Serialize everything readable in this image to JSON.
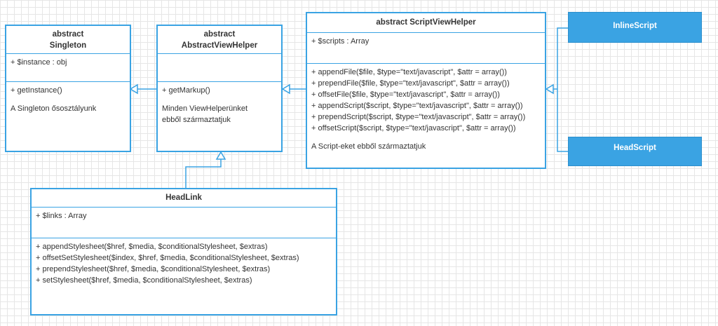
{
  "singleton": {
    "stereotype": "abstract",
    "name": "Singleton",
    "attributes": [
      "+ $instance : obj"
    ],
    "operations": [
      "+ getInstance()"
    ],
    "note": "A Singleton ősosztályunk"
  },
  "abstract_view_helper": {
    "stereotype": "abstract",
    "name": "AbstractViewHelper",
    "attributes": [],
    "operations": [
      "+ getMarkup()"
    ],
    "note_lines": [
      "Minden ViewHelperünket",
      "ebből származtatjuk"
    ]
  },
  "script_view_helper": {
    "title": "abstract ScriptViewHelper",
    "attributes": [
      "+ $scripts : Array"
    ],
    "operations": [
      "+ appendFile($file, $type=\"text/javascript\", $attr = array())",
      "+ prependFile($file, $type=\"text/javascript\", $attr = array())",
      "+ offsetFile($file, $type=\"text/javascript\", $attr = array())",
      "+ appendScript($script, $type=\"text/javascript\", $attr = array())",
      "+ prependScript($script, $type=\"text/javascript\", $attr = array())",
      "+ offsetScript($script, $type=\"text/javascript\", $attr = array())"
    ],
    "note": "A Script-eket ebből származtatjuk"
  },
  "head_link": {
    "name": "HeadLink",
    "attributes": [
      "+ $links : Array"
    ],
    "operations": [
      "+ appendStylesheet($href, $media, $conditionalStylesheet, $extras)",
      "+ offsetSetStylesheet($index, $href, $media, $conditionalStylesheet, $extras)",
      "+ prependStylesheet($href, $media, $conditionalStylesheet, $extras)",
      "+ setStylesheet($href, $media, $conditionalStylesheet, $extras)"
    ]
  },
  "inline_script": {
    "name": "InlineScript"
  },
  "head_script": {
    "name": "HeadScript"
  },
  "colors": {
    "stroke": "#3aa3e3",
    "fill": "#3aa3e3",
    "grid": "#e6e6e6"
  }
}
